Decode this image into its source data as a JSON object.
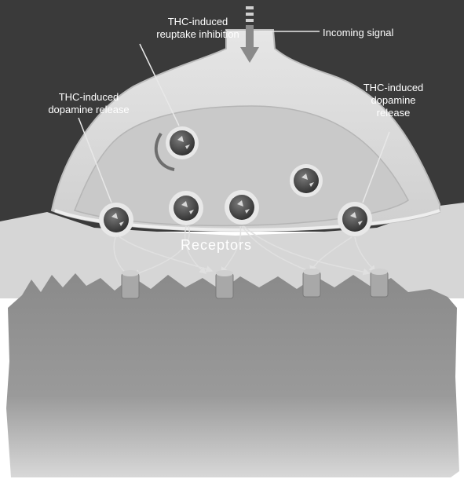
{
  "labels": {
    "incoming_signal": "Incoming signal",
    "reuptake_inhibition": "THC-induced\nreuptake inhibition",
    "release_left": "THC-induced\ndopamine release",
    "release_right": "THC-induced\ndopamine\nrelease",
    "receptors": "Receptors"
  },
  "colors": {
    "background": "#3a3a3a",
    "membrane": "#dcdcdc",
    "cytoplasm": "#c4c4c4",
    "vesicle": "#4a4a4a",
    "label_text": "#ffffff"
  }
}
